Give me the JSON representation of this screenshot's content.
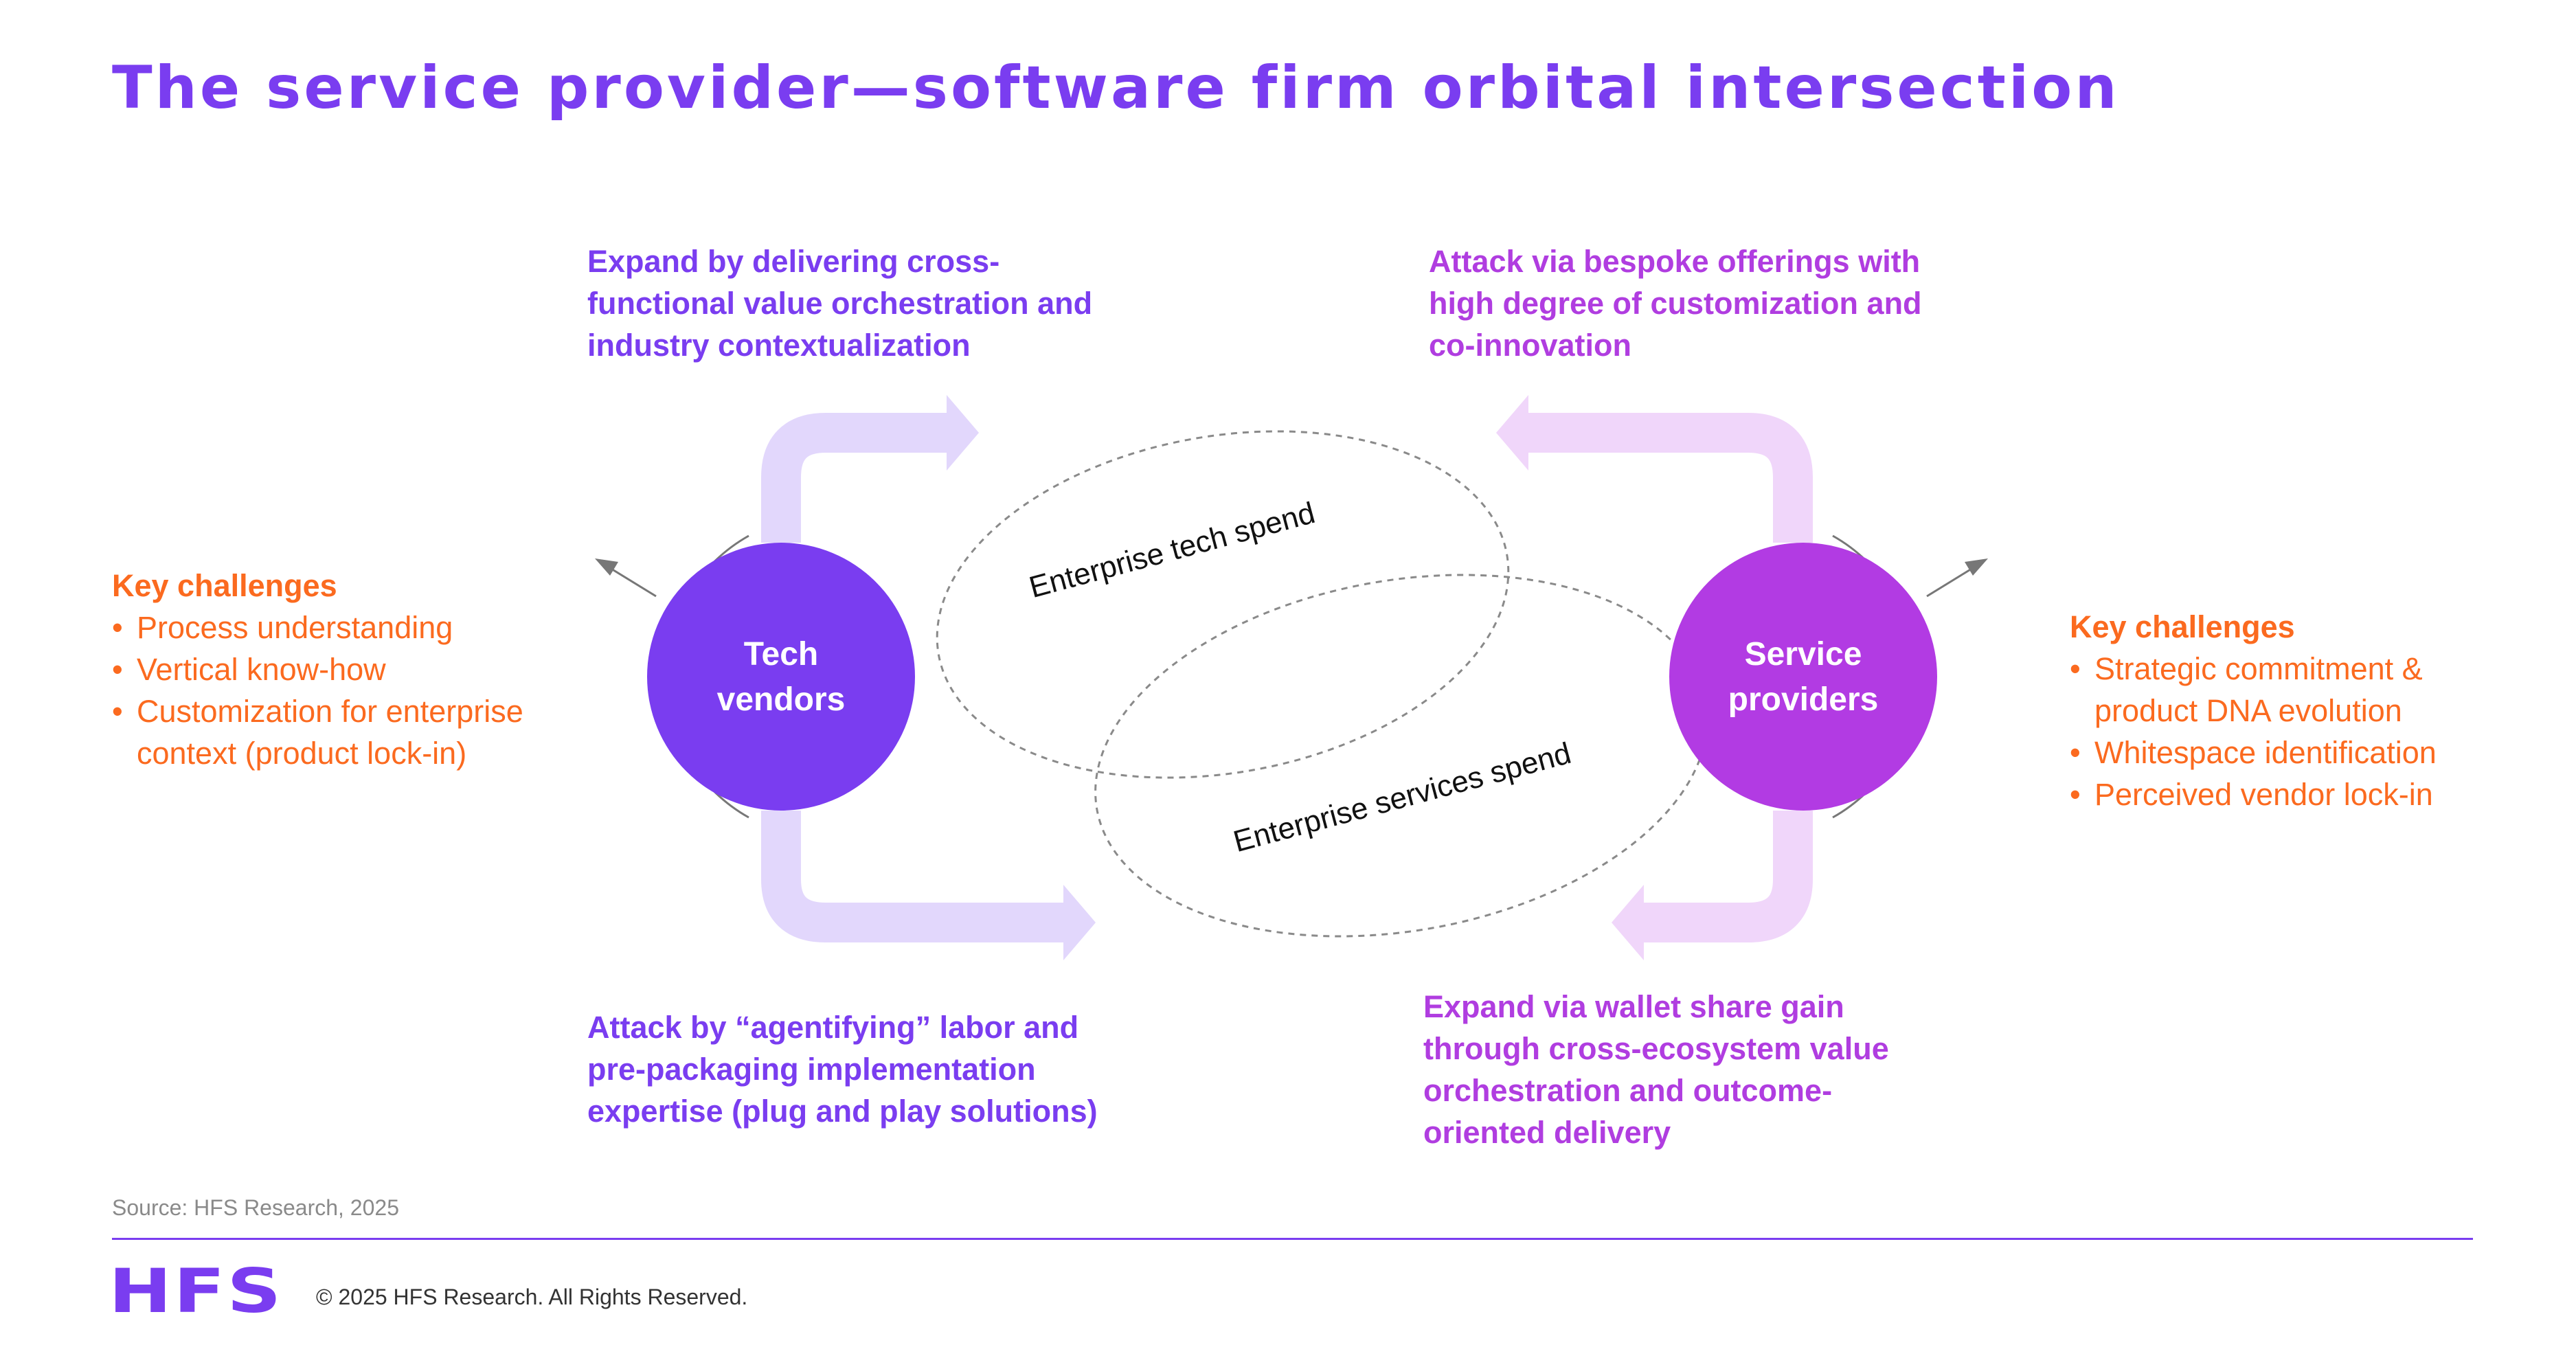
{
  "title": "The service provider—software firm orbital intersection",
  "nodes": {
    "tech": {
      "line1": "Tech",
      "line2": "vendors",
      "color": "#7a3df0"
    },
    "service": {
      "line1": "Service",
      "line2": "providers",
      "color": "#b23be3"
    }
  },
  "ellipses": {
    "tech_spend": "Enterprise tech spend",
    "services_spend": "Enterprise services spend"
  },
  "captions": {
    "top_left": [
      "Expand by delivering cross-",
      "functional value orchestration and",
      "industry contextualization"
    ],
    "top_right": [
      "Attack via bespoke offerings with",
      "high degree of customization and",
      "co-innovation"
    ],
    "bottom_left": [
      "Attack by “agentifying” labor and",
      "pre-packaging implementation",
      "expertise (plug and play solutions)"
    ],
    "bottom_right": [
      "Expand via wallet share gain",
      "through cross-ecosystem value",
      "orchestration and outcome-",
      "oriented delivery"
    ]
  },
  "challenges_left": {
    "title": "Key challenges",
    "items": [
      "Process understanding",
      "Vertical know-how",
      "Customization for enterprise context (product lock-in)"
    ]
  },
  "challenges_right": {
    "title": "Key challenges",
    "items": [
      "Strategic commitment & product DNA evolution",
      "Whitespace identification",
      "Perceived vendor lock-in"
    ]
  },
  "footer": {
    "source": "Source: HFS Research, 2025",
    "logo": "HFS",
    "copyright": "© 2025 HFS Research. All Rights Reserved."
  },
  "colors": {
    "brand_purple": "#7a3df0",
    "magenta": "#b03de0",
    "orange": "#fb6a1f",
    "light_purple_arrow": "#e2d7fc",
    "light_magenta_arrow": "#f0d6fa"
  }
}
